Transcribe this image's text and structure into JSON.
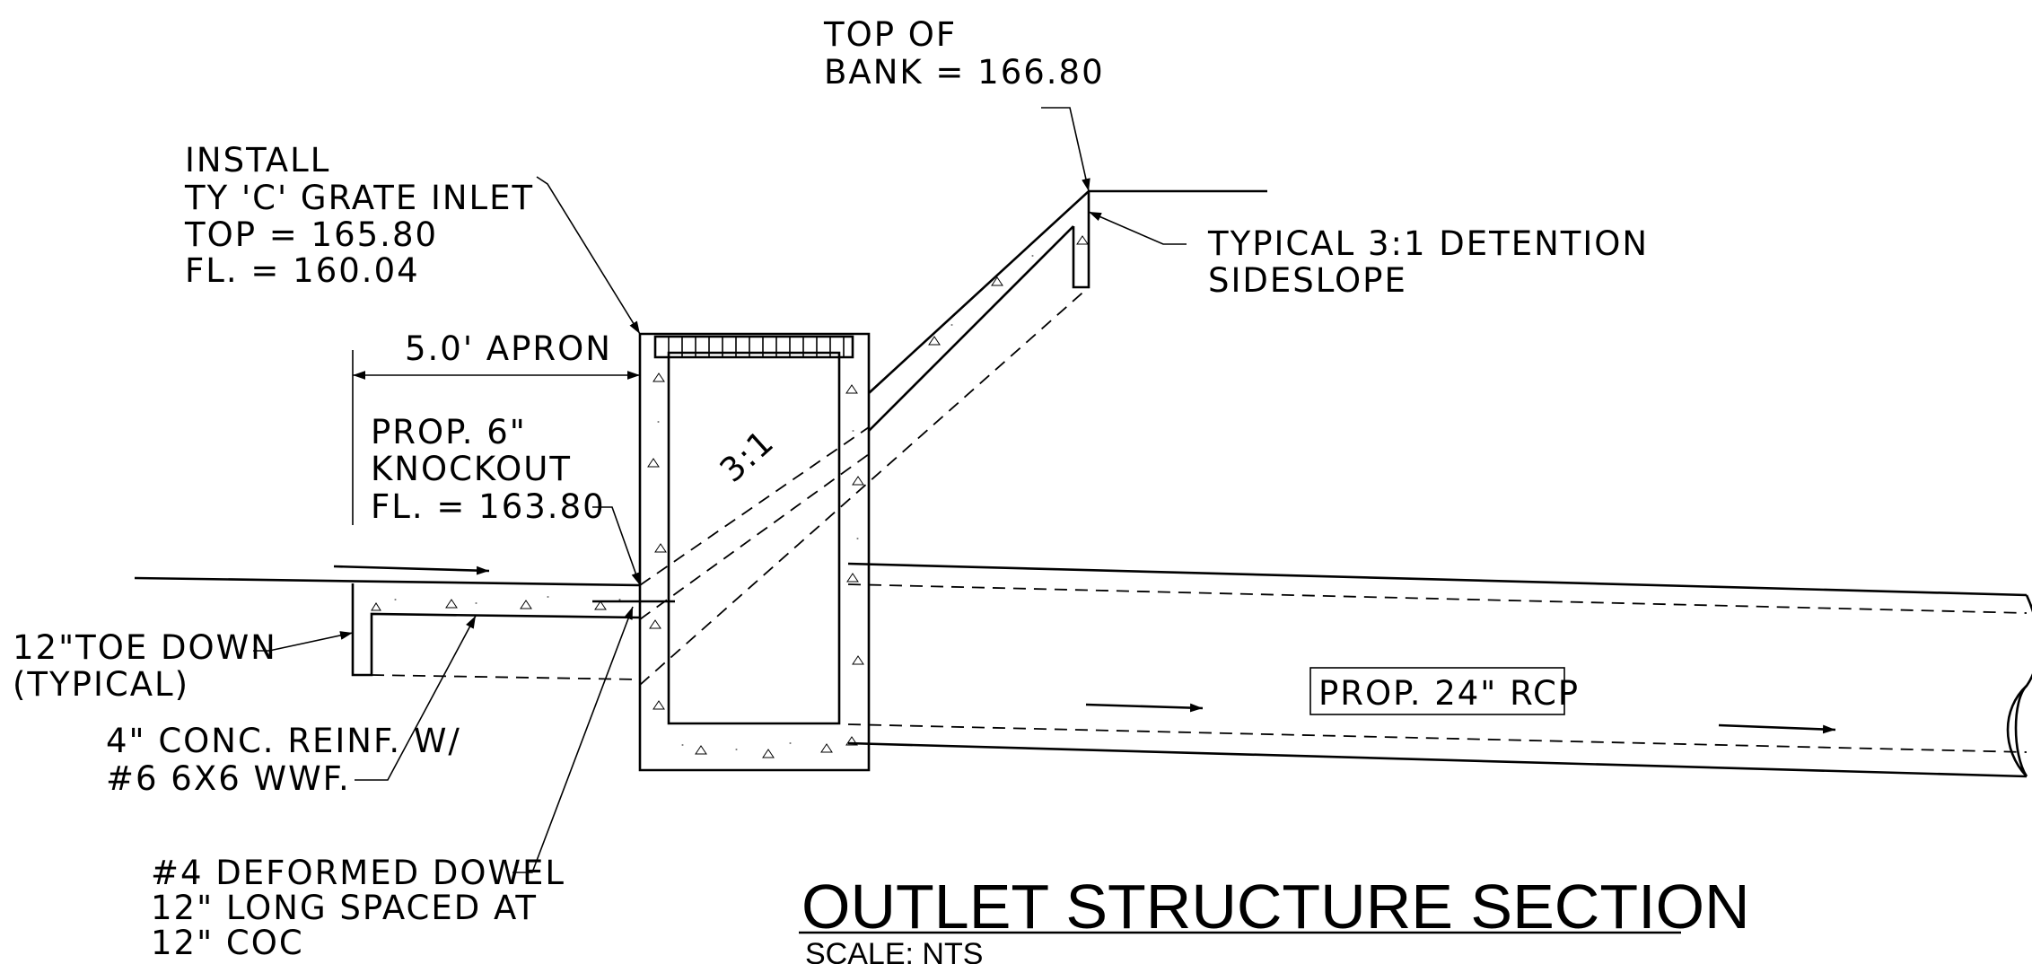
{
  "labels": {
    "top_of_bank": [
      "TOP OF",
      "BANK = 166.80"
    ],
    "grate_inlet": [
      "INSTALL",
      "TY 'C' GRATE INLET",
      "TOP = 165.80",
      "FL. = 160.04"
    ],
    "apron": "5.0' APRON",
    "knockout": [
      "PROP. 6\"",
      "KNOCKOUT",
      "FL. = 163.80"
    ],
    "sideslope": [
      "TYPICAL 3:1 DETENTION",
      "SIDESLOPE"
    ],
    "slope_ratio": "3:1",
    "toe_down": [
      "12\"TOE DOWN",
      "(TYPICAL)"
    ],
    "conc_reinf": [
      "4\" CONC. REINF. W/",
      "#6 6X6 WWF."
    ],
    "pipe": "PROP. 24\" RCP",
    "dowel": [
      "#4 DEFORMED DOWEL",
      "12\" LONG SPACED AT",
      "12\" COC"
    ]
  },
  "title": "OUTLET STRUCTURE SECTION",
  "scale": "SCALE: NTS"
}
